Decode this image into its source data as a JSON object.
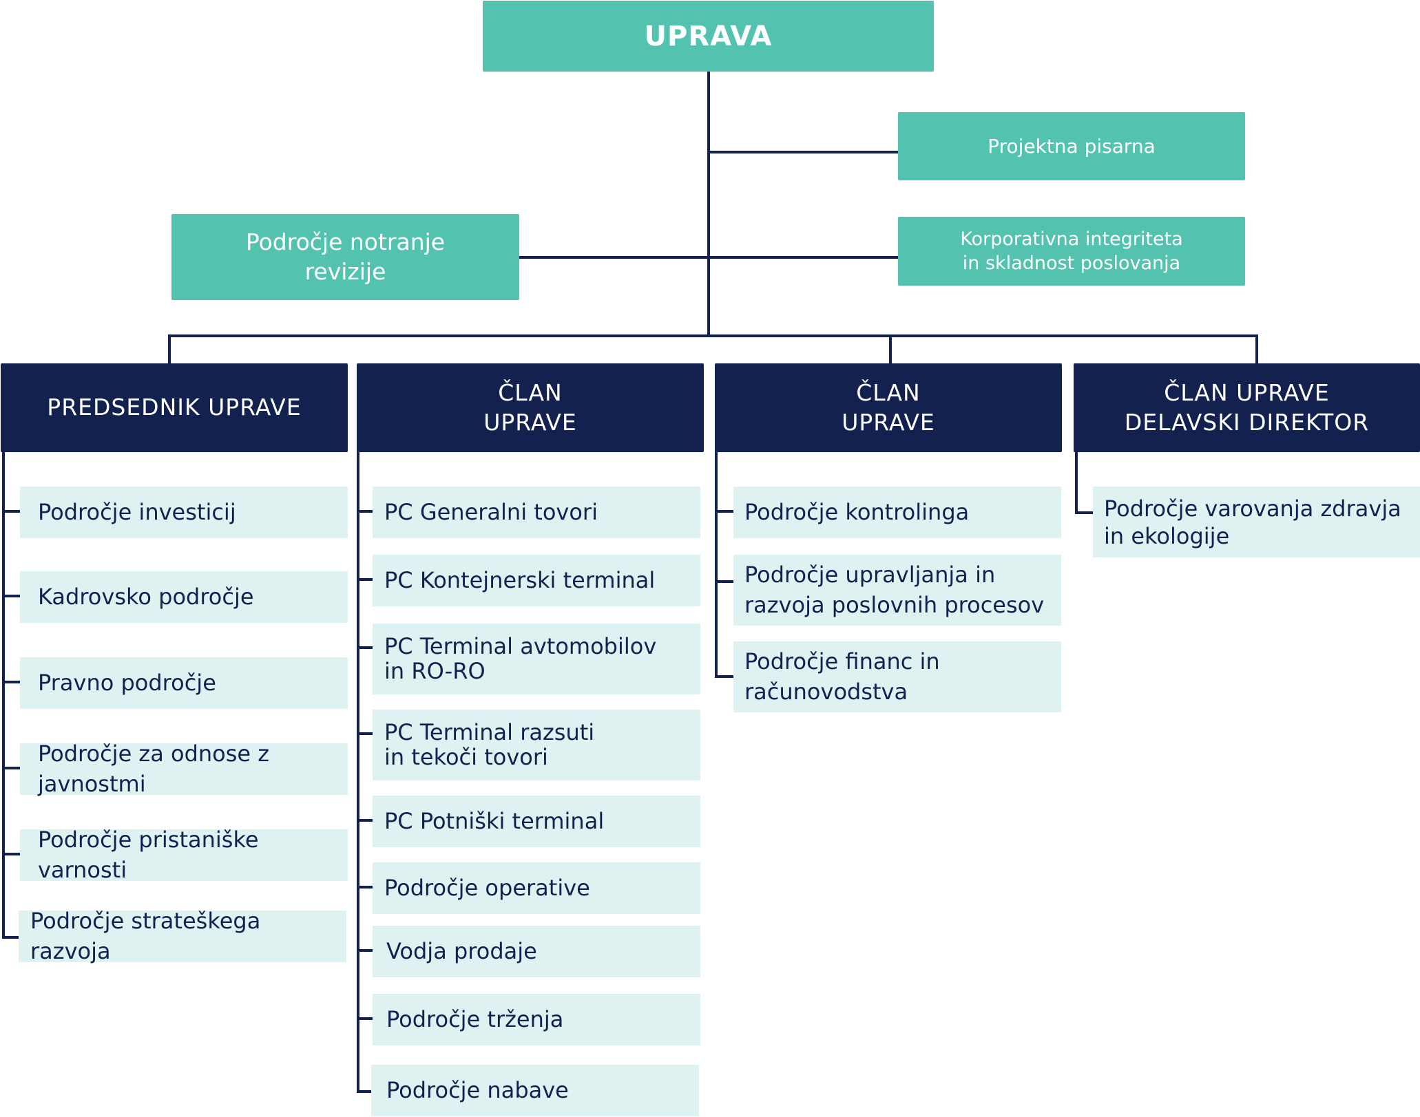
{
  "colors": {
    "teal": "#53c3b0",
    "navy": "#13214f",
    "leaf_bg": "#dff2f2"
  },
  "top": {
    "label": "UPRAVA"
  },
  "staff": {
    "projektna": "Projektna pisarna",
    "korporativna": "Korporativna integriteta\nin skladnost poslovanja",
    "revizija": "Področje notranje\nrevizije"
  },
  "columns": [
    {
      "header": "PREDSEDNIK UPRAVE",
      "items": [
        "Področje investicij",
        "Kadrovsko področje",
        "Pravno področje",
        "Področje za odnose z javnostmi",
        "Področje pristaniške varnosti",
        "Področje strateškega razvoja"
      ]
    },
    {
      "header": "ČLAN\nUPRAVE",
      "items": [
        "PC Generalni tovori",
        "PC Kontejnerski terminal",
        "PC Terminal avtomobilov\nin RO-RO",
        "PC Terminal razsuti\nin tekoči tovori",
        "PC Potniški terminal",
        "Področje operative",
        "Vodja prodaje",
        "Področje trženja",
        "Področje nabave"
      ]
    },
    {
      "header": "ČLAN\nUPRAVE",
      "items": [
        "Področje kontrolinga",
        "Področje upravljanja in\nrazvoja poslovnih procesov",
        "Področje financ in\nračunovodstva"
      ]
    },
    {
      "header": "ČLAN UPRAVE\nDELAVSKI DIREKTOR",
      "items": [
        "Področje varovanja zdravja\nin ekologije"
      ]
    }
  ]
}
